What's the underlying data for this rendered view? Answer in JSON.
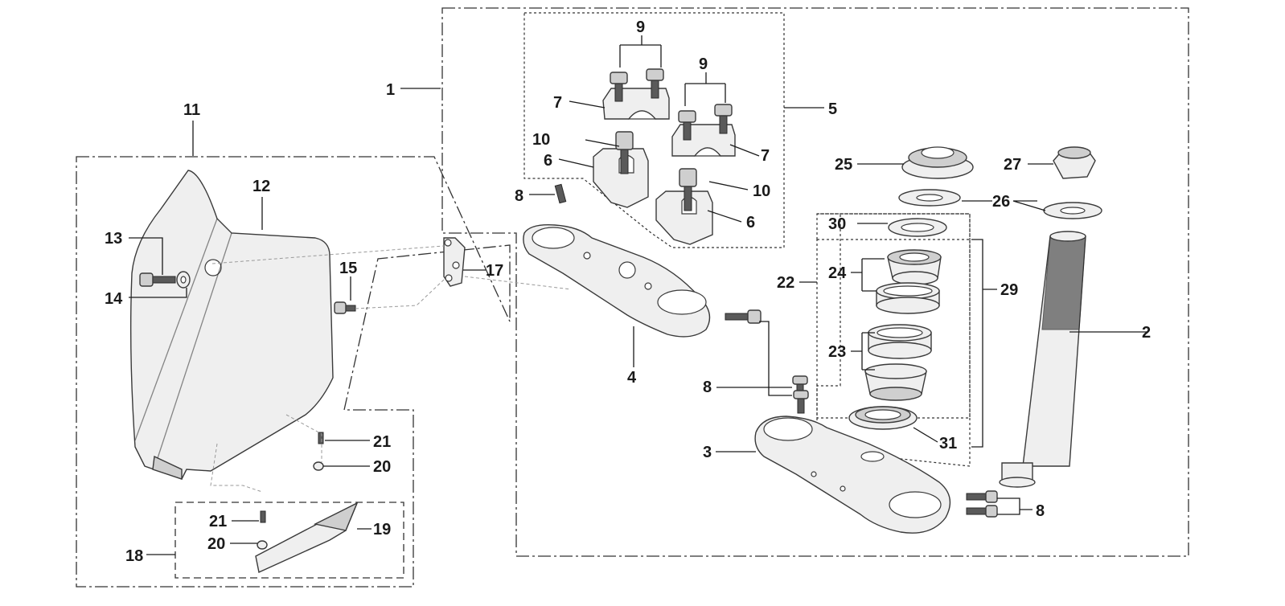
{
  "labels": {
    "l1": "1",
    "l2": "2",
    "l3": "3",
    "l4": "4",
    "l5": "5",
    "l6a": "6",
    "l6b": "6",
    "l7a": "7",
    "l7b": "7",
    "l8a": "8",
    "l8b": "8",
    "l8c": "8",
    "l9a": "9",
    "l9b": "9",
    "l10a": "10",
    "l10b": "10",
    "l11": "11",
    "l12": "12",
    "l13": "13",
    "l14": "14",
    "l15": "15",
    "l17": "17",
    "l18": "18",
    "l19": "19",
    "l20a": "20",
    "l20b": "20",
    "l21a": "21",
    "l21b": "21",
    "l22": "22",
    "l23": "23",
    "l24": "24",
    "l25": "25",
    "l26": "26",
    "l27": "27",
    "l29": "29",
    "l30": "30",
    "l31": "31"
  }
}
